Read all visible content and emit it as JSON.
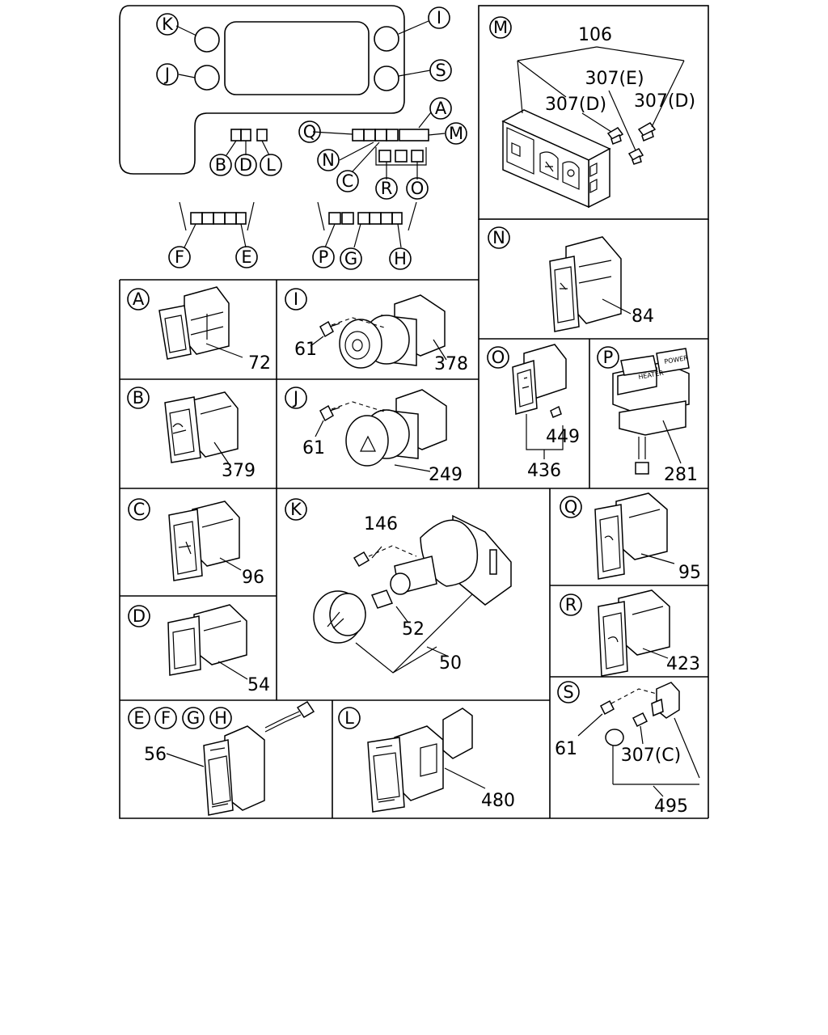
{
  "overview": {
    "labels": {
      "K": "K",
      "I": "I",
      "J": "J",
      "S": "S",
      "A": "A",
      "Q": "Q",
      "M": "M",
      "B": "B",
      "D": "D",
      "L": "L",
      "N": "N",
      "C": "C",
      "R": "R",
      "O": "O",
      "F": "F",
      "E": "E",
      "P": "P",
      "G": "G",
      "H": "H"
    }
  },
  "panels": {
    "M": {
      "letter": "M",
      "parts": [
        "106",
        "307(E)",
        "307(D)",
        "307(D)"
      ]
    },
    "N": {
      "letter": "N",
      "parts": [
        "84"
      ]
    },
    "A": {
      "letter": "A",
      "parts": [
        "72"
      ]
    },
    "I": {
      "letter": "I",
      "parts": [
        "61",
        "378"
      ]
    },
    "O": {
      "letter": "O",
      "parts": [
        "449",
        "436"
      ]
    },
    "P": {
      "letter": "P",
      "parts": [
        "281"
      ],
      "button_texts": [
        "POWER",
        "HEATER"
      ]
    },
    "B": {
      "letter": "B",
      "parts": [
        "379"
      ]
    },
    "J": {
      "letter": "J",
      "parts": [
        "61",
        "249"
      ]
    },
    "C": {
      "letter": "C",
      "parts": [
        "96"
      ]
    },
    "K": {
      "letter": "K",
      "parts": [
        "146",
        "52",
        "50"
      ]
    },
    "Q": {
      "letter": "Q",
      "parts": [
        "95"
      ]
    },
    "R": {
      "letter": "R",
      "parts": [
        "423"
      ]
    },
    "D": {
      "letter": "D",
      "parts": [
        "54"
      ]
    },
    "EFGH": {
      "letters": [
        "E",
        "F",
        "G",
        "H"
      ],
      "parts": [
        "56"
      ]
    },
    "L": {
      "letter": "L",
      "parts": [
        "480"
      ]
    },
    "S": {
      "letter": "S",
      "parts": [
        "61",
        "307(C)",
        "495"
      ]
    }
  }
}
